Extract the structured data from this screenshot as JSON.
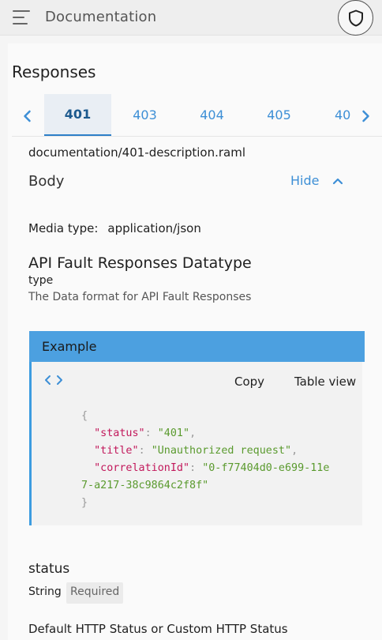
{
  "topbar": {
    "menu_icon": "hamburger-menu-icon",
    "title": "Documentation",
    "shield_icon": "shield-icon"
  },
  "responses": {
    "title": "Responses",
    "tabs": [
      "401",
      "403",
      "404",
      "405",
      "40"
    ],
    "active_tab": "401",
    "prev_icon": "chevron-left-icon",
    "next_icon": "chevron-right-icon"
  },
  "body": {
    "raml": "documentation/401-description.raml",
    "label": "Body",
    "toggle_label": "Hide",
    "toggle_icon": "chevron-up-icon",
    "media_type_label": "Media type:",
    "media_type_value": "application/json"
  },
  "datatype": {
    "title": "API Fault Responses Datatype",
    "type_label": "type",
    "description": "The Data format for API Fault Responses"
  },
  "example": {
    "title": "Example",
    "code_icon": "code-icon",
    "copy_label": "Copy",
    "table_view_label": "Table view",
    "open_brace": "{",
    "close_brace": "}",
    "fields": [
      {
        "key": "\"status\"",
        "value": "\"401\""
      },
      {
        "key": "\"title\"",
        "value": "\"Unauthorized request\""
      },
      {
        "key": "\"correlationId\"",
        "value": "\"0-f77404d0-e699-11e",
        "value_cont": "7-a217-38c9864c2f8f\""
      }
    ]
  },
  "status_field": {
    "name": "status",
    "type": "String",
    "required": "Required",
    "description": "Default HTTP Status or Custom HTTP Status"
  },
  "colors": {
    "accent": "#3d8fd6",
    "example_header": "#4ca0e0",
    "code_key": "#c2185b",
    "code_string": "#5a9a2e"
  }
}
